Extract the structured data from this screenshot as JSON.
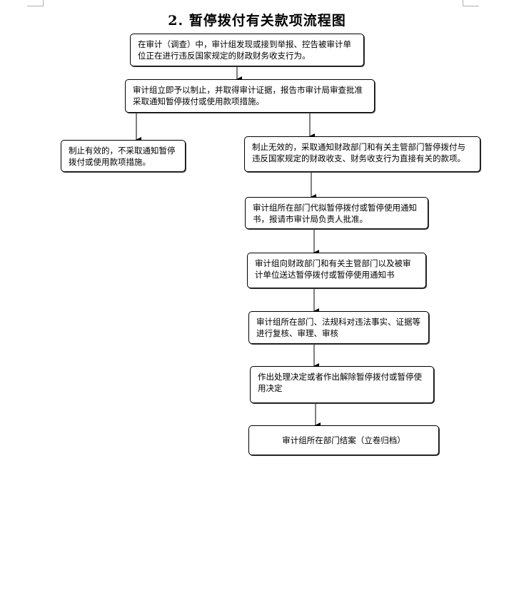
{
  "title": "2. 暂停拨付有关款项流程图",
  "steps": {
    "discover": "在审计（调查）中，审计组发现或接到举报、控告被审计单位正在进行违反国家规定的财政财务收支行为。",
    "stop_report": "审计组立即予以制止，并取得审计证据，报告市审计局审查批准采取通知暂停拨付或使用款项措施。",
    "effective": "制止有效的，不采取通知暂停拨付或使用款项措施。",
    "ineffective": "制止无效的，采取通知财政部门和有关主管部门暂停拨付与违反国家规定的财政收支、财务收支行为直接有关的款项。",
    "draft_notice": "审计组所在部门代拟暂停拨付或暂停使用通知书，报请市审计局负责人批准。",
    "send_notice": "审计组向财政部门和有关主管部门以及被审计单位送达暂停拨付或暂停使用通知书",
    "review": "审计组所在部门、法规科对违法事实、证据等进行复核、审理、审核",
    "decision": "作出处理决定或者作出解除暂停拨付或暂停使用决定",
    "archive": "审计组所在部门结案（立卷归档）"
  }
}
